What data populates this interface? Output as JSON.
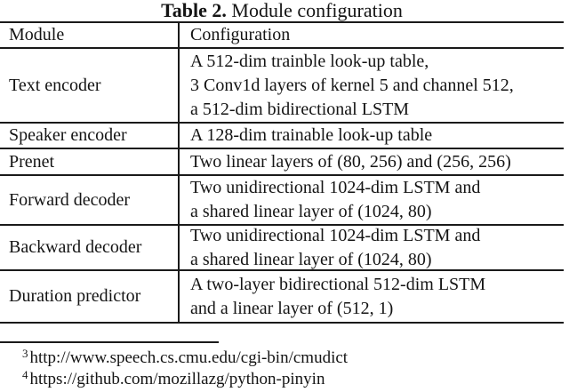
{
  "caption": {
    "label": "Table 2.",
    "text": " Module configuration"
  },
  "table": {
    "headers": [
      "Module",
      "Configuration"
    ],
    "rows": [
      {
        "module": "Text encoder",
        "config_lines": [
          "A 512-dim trainble look-up table,",
          "3 Conv1d layers of kernel 5 and channel 512,",
          "a 512-dim bidirectional LSTM"
        ]
      },
      {
        "module": "Speaker encoder",
        "config_lines": [
          "A 128-dim trainable look-up table"
        ]
      },
      {
        "module": "Prenet",
        "config_lines": [
          "Two linear layers of (80, 256) and (256, 256)"
        ]
      },
      {
        "module": "Forward decoder",
        "config_lines": [
          "Two unidirectional 1024-dim LSTM and",
          "a shared linear layer of (1024, 80)"
        ]
      },
      {
        "module": "Backward decoder",
        "config_lines": [
          "Two unidirectional 1024-dim LSTM and",
          "a shared linear layer of (1024, 80)"
        ]
      },
      {
        "module": "Duration predictor",
        "config_lines": [
          "A two-layer bidirectional 512-dim LSTM",
          "and a linear layer of (512, 1)"
        ]
      }
    ]
  },
  "footnotes": [
    {
      "marker": "3",
      "text": "http://www.speech.cs.cmu.edu/cgi-bin/cmudict"
    },
    {
      "marker": "4",
      "text": "https://github.com/mozillazg/python-pinyin"
    }
  ],
  "colors": {
    "background": "#ffffff",
    "text": "#141414",
    "rule": "#1a1a1a"
  }
}
